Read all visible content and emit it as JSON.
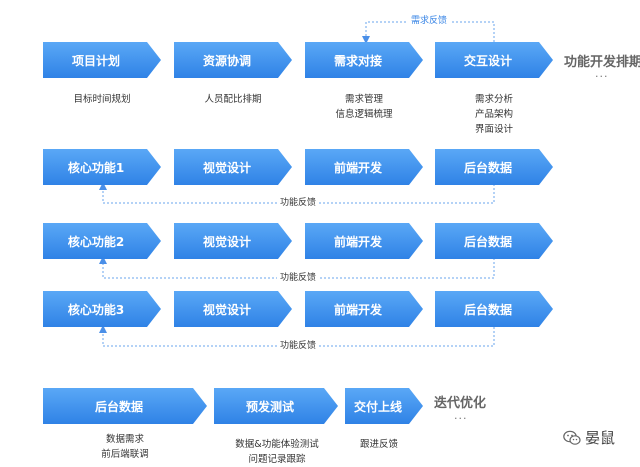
{
  "rows": [
    {
      "steps": [
        "项目计划",
        "资源协调",
        "需求对接",
        "交互设计"
      ],
      "notes": [
        [
          "目标时间规划"
        ],
        [
          "人员配比排期"
        ],
        [
          "需求管理",
          "信息逻辑梳理"
        ],
        [
          "需求分析",
          "产品架构",
          "界面设计"
        ]
      ]
    },
    {
      "steps": [
        "核心功能1",
        "视觉设计",
        "前端开发",
        "后台数据"
      ]
    },
    {
      "steps": [
        "核心功能2",
        "视觉设计",
        "前端开发",
        "后台数据"
      ]
    },
    {
      "steps": [
        "核心功能3",
        "视觉设计",
        "前端开发",
        "后台数据"
      ]
    }
  ],
  "top_feedback": "需求反馈",
  "function_feedback": [
    "功能反馈",
    "功能反馈",
    "功能反馈"
  ],
  "side_note": "功能开发排期",
  "side_dots": "···",
  "final": {
    "steps": [
      "后台数据",
      "预发测试",
      "交付上线"
    ],
    "notes": [
      [
        "数据需求",
        "前后端联调"
      ],
      [
        "数据&功能体验测试",
        "问题记录跟踪"
      ],
      [
        "跟进反馈"
      ]
    ],
    "note": "迭代优化",
    "dots": "···"
  },
  "brand": {
    "name": "晏鼠",
    "icon": "wechat-icon"
  },
  "colors": {
    "arrow_blue": "#3a86e6",
    "feedback_line": "#6aa6ec"
  }
}
